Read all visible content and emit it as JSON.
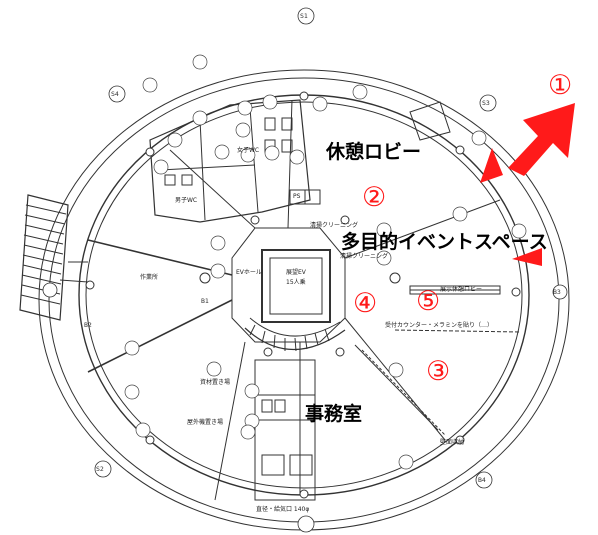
{
  "annotations": {
    "n1": "①",
    "n2": "②",
    "n3": "③",
    "n4": "④",
    "n5": "⑤",
    "lounge": "休憩ロビー",
    "event_space": "多目的イベントスペース",
    "office": "事務室",
    "accent_color": "#ff1a1a"
  },
  "plan_labels": {
    "womens_wc": "女子WC",
    "mens_wc": "男子WC",
    "ev_hall": "EVホール",
    "elevator": "展望EV",
    "elevator_cap": "15人乗",
    "workroom": "作業所",
    "storage": "資材置き場",
    "outdoor_storage": "屋外機置き場",
    "ps": "PS",
    "reception": "受付カウンター・メラミンを貼り（…）",
    "cleaning_top": "清掃クリーニング",
    "cleaning_mid": "清掃クリーニング",
    "bottom_note": "直径・給気口 140φ",
    "lobby_small": "展示休憩ロビー",
    "cabinet": "壁面収納"
  },
  "column_labels": [
    "S1",
    "S2",
    "S3",
    "S4",
    "B1",
    "B2",
    "B3",
    "B4"
  ]
}
